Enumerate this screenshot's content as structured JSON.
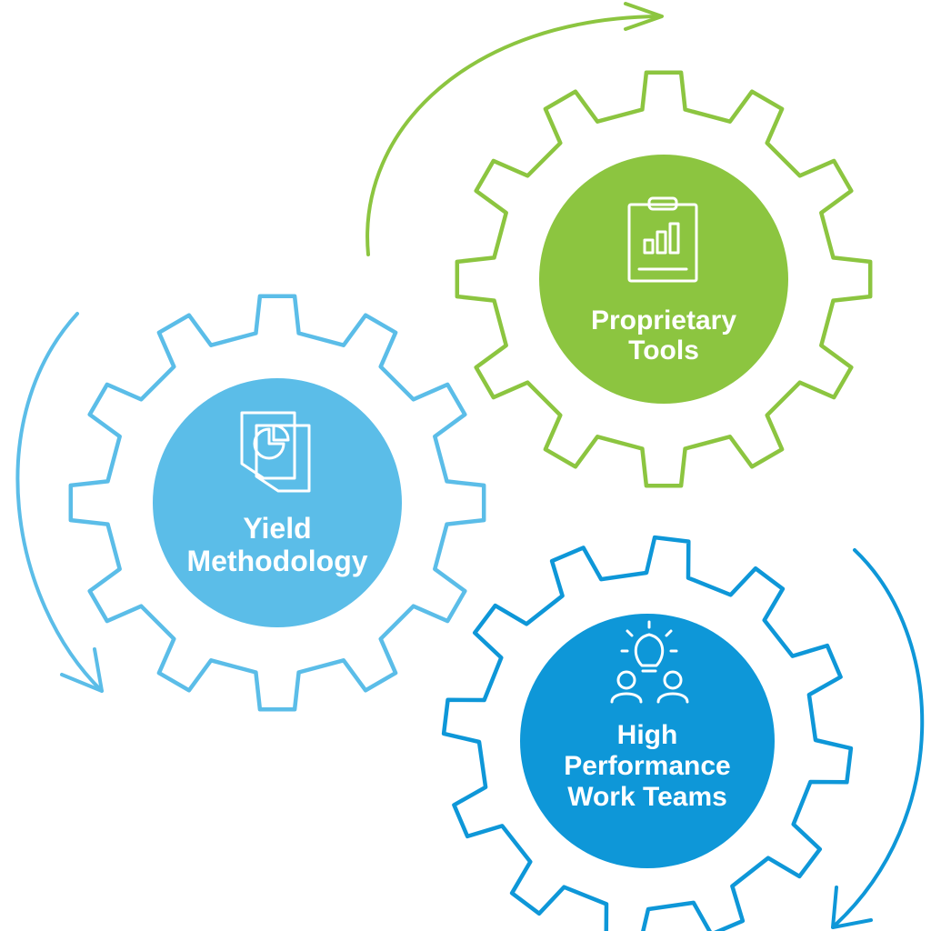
{
  "colors": {
    "green": "#8cc540",
    "light_blue": "#5bbde8",
    "blue": "#0e97d8"
  },
  "gears": {
    "tools": {
      "line1": "Proprietary",
      "line2": "Tools",
      "icon": "clipboard-chart-icon"
    },
    "yield": {
      "line1": "Yield",
      "line2": "Methodology",
      "icon": "pie-chart-document-icon"
    },
    "teams": {
      "line1": "High",
      "line2": "Performance",
      "line3": "Work Teams",
      "icon": "team-idea-icon"
    }
  }
}
